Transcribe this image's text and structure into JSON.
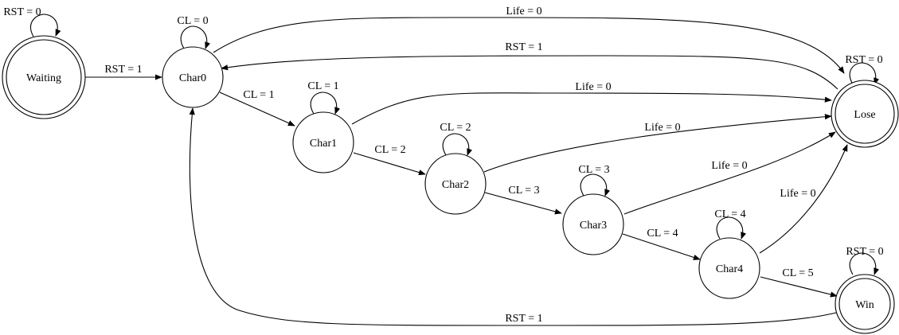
{
  "diagram": {
    "states": {
      "waiting": {
        "label": "Waiting",
        "accepting": true
      },
      "char0": {
        "label": "Char0",
        "accepting": false
      },
      "char1": {
        "label": "Char1",
        "accepting": false
      },
      "char2": {
        "label": "Char2",
        "accepting": false
      },
      "char3": {
        "label": "Char3",
        "accepting": false
      },
      "char4": {
        "label": "Char4",
        "accepting": false
      },
      "lose": {
        "label": "Lose",
        "accepting": true
      },
      "win": {
        "label": "Win",
        "accepting": true
      }
    },
    "transitions": {
      "waiting_self": {
        "from": "Waiting",
        "to": "Waiting",
        "label": "RST = 0"
      },
      "waiting_char0": {
        "from": "Waiting",
        "to": "Char0",
        "label": "RST = 1"
      },
      "char0_self": {
        "from": "Char0",
        "to": "Char0",
        "label": "CL = 0"
      },
      "char0_lose": {
        "from": "Char0",
        "to": "Lose",
        "label": "Life = 0"
      },
      "lose_char0": {
        "from": "Lose",
        "to": "Char0",
        "label": "RST = 1"
      },
      "char0_char1": {
        "from": "Char0",
        "to": "Char1",
        "label": "CL = 1"
      },
      "char1_self": {
        "from": "Char1",
        "to": "Char1",
        "label": "CL = 1"
      },
      "char1_lose": {
        "from": "Char1",
        "to": "Lose",
        "label": "Life = 0"
      },
      "char1_char2": {
        "from": "Char1",
        "to": "Char2",
        "label": "CL = 2"
      },
      "char2_self": {
        "from": "Char2",
        "to": "Char2",
        "label": "CL = 2"
      },
      "char2_lose": {
        "from": "Char2",
        "to": "Lose",
        "label": "Life = 0"
      },
      "char2_char3": {
        "from": "Char2",
        "to": "Char3",
        "label": "CL = 3"
      },
      "char3_self": {
        "from": "Char3",
        "to": "Char3",
        "label": "CL = 3"
      },
      "char3_lose": {
        "from": "Char3",
        "to": "Lose",
        "label": "Life = 0"
      },
      "char3_char4": {
        "from": "Char3",
        "to": "Char4",
        "label": "CL = 4"
      },
      "char4_self": {
        "from": "Char4",
        "to": "Char4",
        "label": "CL = 4"
      },
      "char4_lose": {
        "from": "Char4",
        "to": "Lose",
        "label": "Life = 0"
      },
      "char4_win": {
        "from": "Char4",
        "to": "Win",
        "label": "CL = 5"
      },
      "lose_self": {
        "from": "Lose",
        "to": "Lose",
        "label": "RST = 0"
      },
      "win_self": {
        "from": "Win",
        "to": "Win",
        "label": "RST = 0"
      },
      "win_char0": {
        "from": "Win",
        "to": "Char0",
        "label": "RST = 1"
      }
    }
  }
}
